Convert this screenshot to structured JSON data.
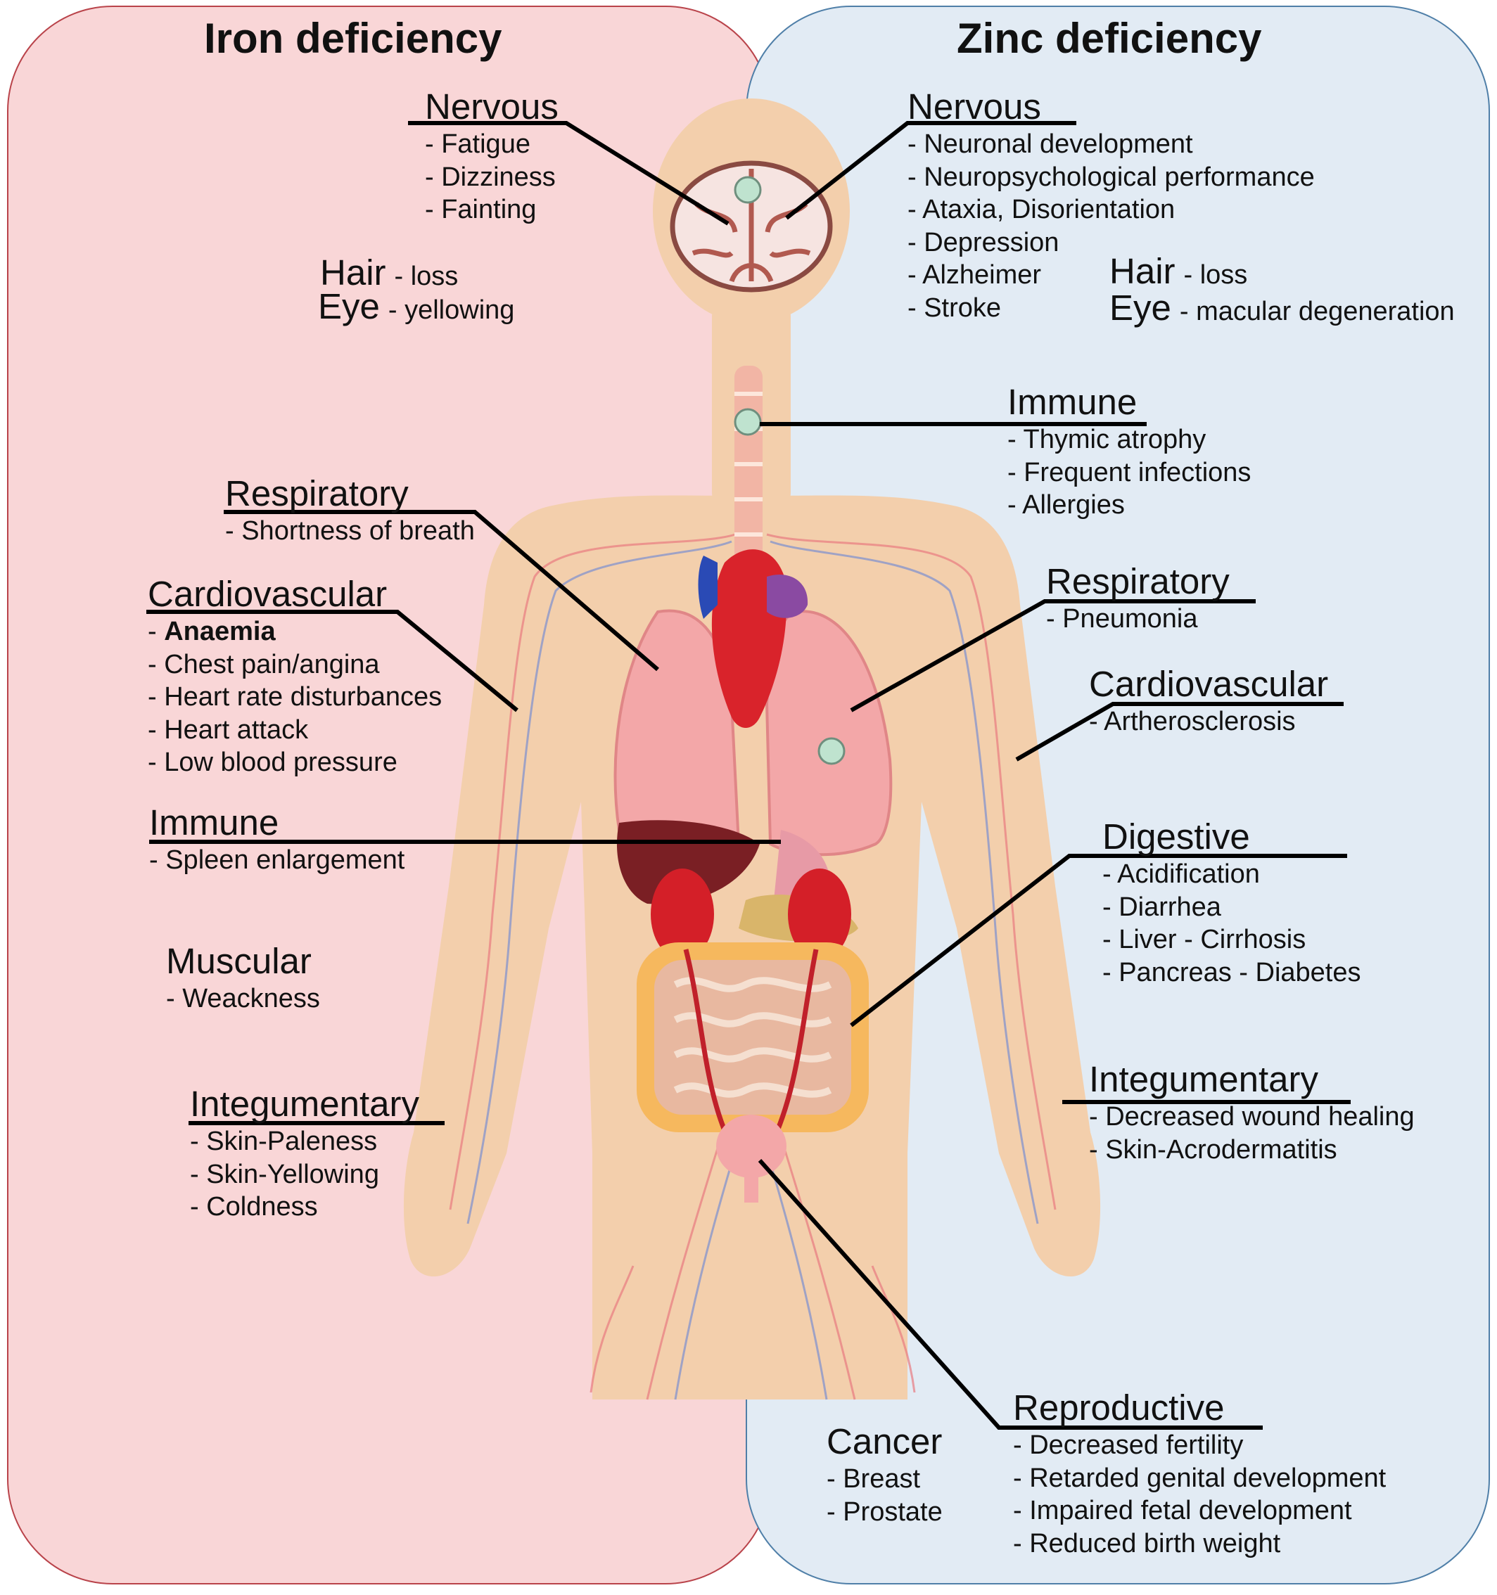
{
  "titles": {
    "iron": "Iron deficiency",
    "zinc": "Zinc deficiency"
  },
  "iron": {
    "nervous": {
      "heading": "Nervous",
      "items": [
        "- Fatigue",
        "- Dizziness",
        "- Fainting"
      ]
    },
    "hair": {
      "label": "Hair",
      "detail": "- loss"
    },
    "eye": {
      "label": "Eye",
      "detail": "- yellowing"
    },
    "respiratory": {
      "heading": "Respiratory",
      "items": [
        "- Shortness of breath"
      ]
    },
    "cardiovascular": {
      "heading": "Cardiovascular",
      "items": [
        "Anaemia",
        "- Chest pain/angina",
        "- Heart rate disturbances",
        "- Heart attack",
        "- Low blood pressure"
      ]
    },
    "immune": {
      "heading": "Immune",
      "items": [
        "- Spleen enlargement"
      ]
    },
    "muscular": {
      "heading": "Muscular",
      "items": [
        "- Weackness"
      ]
    },
    "integumentary": {
      "heading": "Integumentary",
      "items": [
        "- Skin-Paleness",
        "- Skin-Yellowing",
        "- Coldness"
      ]
    }
  },
  "zinc": {
    "nervous": {
      "heading": "Nervous",
      "items": [
        "- Neuronal development",
        "- Neuropsychological performance",
        "- Ataxia, Disorientation",
        "- Depression",
        "- Alzheimer",
        "- Stroke"
      ]
    },
    "hair": {
      "label": "Hair",
      "detail": "- loss"
    },
    "eye": {
      "label": "Eye",
      "detail": "- macular degeneration"
    },
    "immune": {
      "heading": "Immune",
      "items": [
        "- Thymic atrophy",
        "- Frequent infections",
        "- Allergies"
      ]
    },
    "respiratory": {
      "heading": "Respiratory",
      "items": [
        "- Pneumonia"
      ]
    },
    "cardiovascular": {
      "heading": "Cardiovascular",
      "items": [
        "- Artherosclerosis"
      ]
    },
    "digestive": {
      "heading": "Digestive",
      "items": [
        "- Acidification",
        "- Diarrhea",
        "- Liver - Cirrhosis",
        "- Pancreas - Diabetes"
      ]
    },
    "integumentary": {
      "heading": "Integumentary",
      "items": [
        "- Decreased wound healing",
        "- Skin-Acrodermatitis"
      ]
    },
    "cancer": {
      "heading": "Cancer",
      "items": [
        "- Breast",
        "- Prostate"
      ]
    },
    "reproductive": {
      "heading": "Reproductive",
      "items": [
        "- Decreased fertility",
        "- Retarded genital development",
        "- Impaired fetal development",
        "- Reduced birth weight"
      ]
    }
  },
  "colors": {
    "iron_panel": "#f9d6d7",
    "iron_border": "#b9434a",
    "zinc_panel": "#e2ebf4",
    "zinc_border": "#4f7fa8",
    "skin": "#f3cfac",
    "organ_pink": "#f3a7a8",
    "heart_red": "#d9232b",
    "marker": "#bfe3cf",
    "leader_line": "#000000"
  }
}
